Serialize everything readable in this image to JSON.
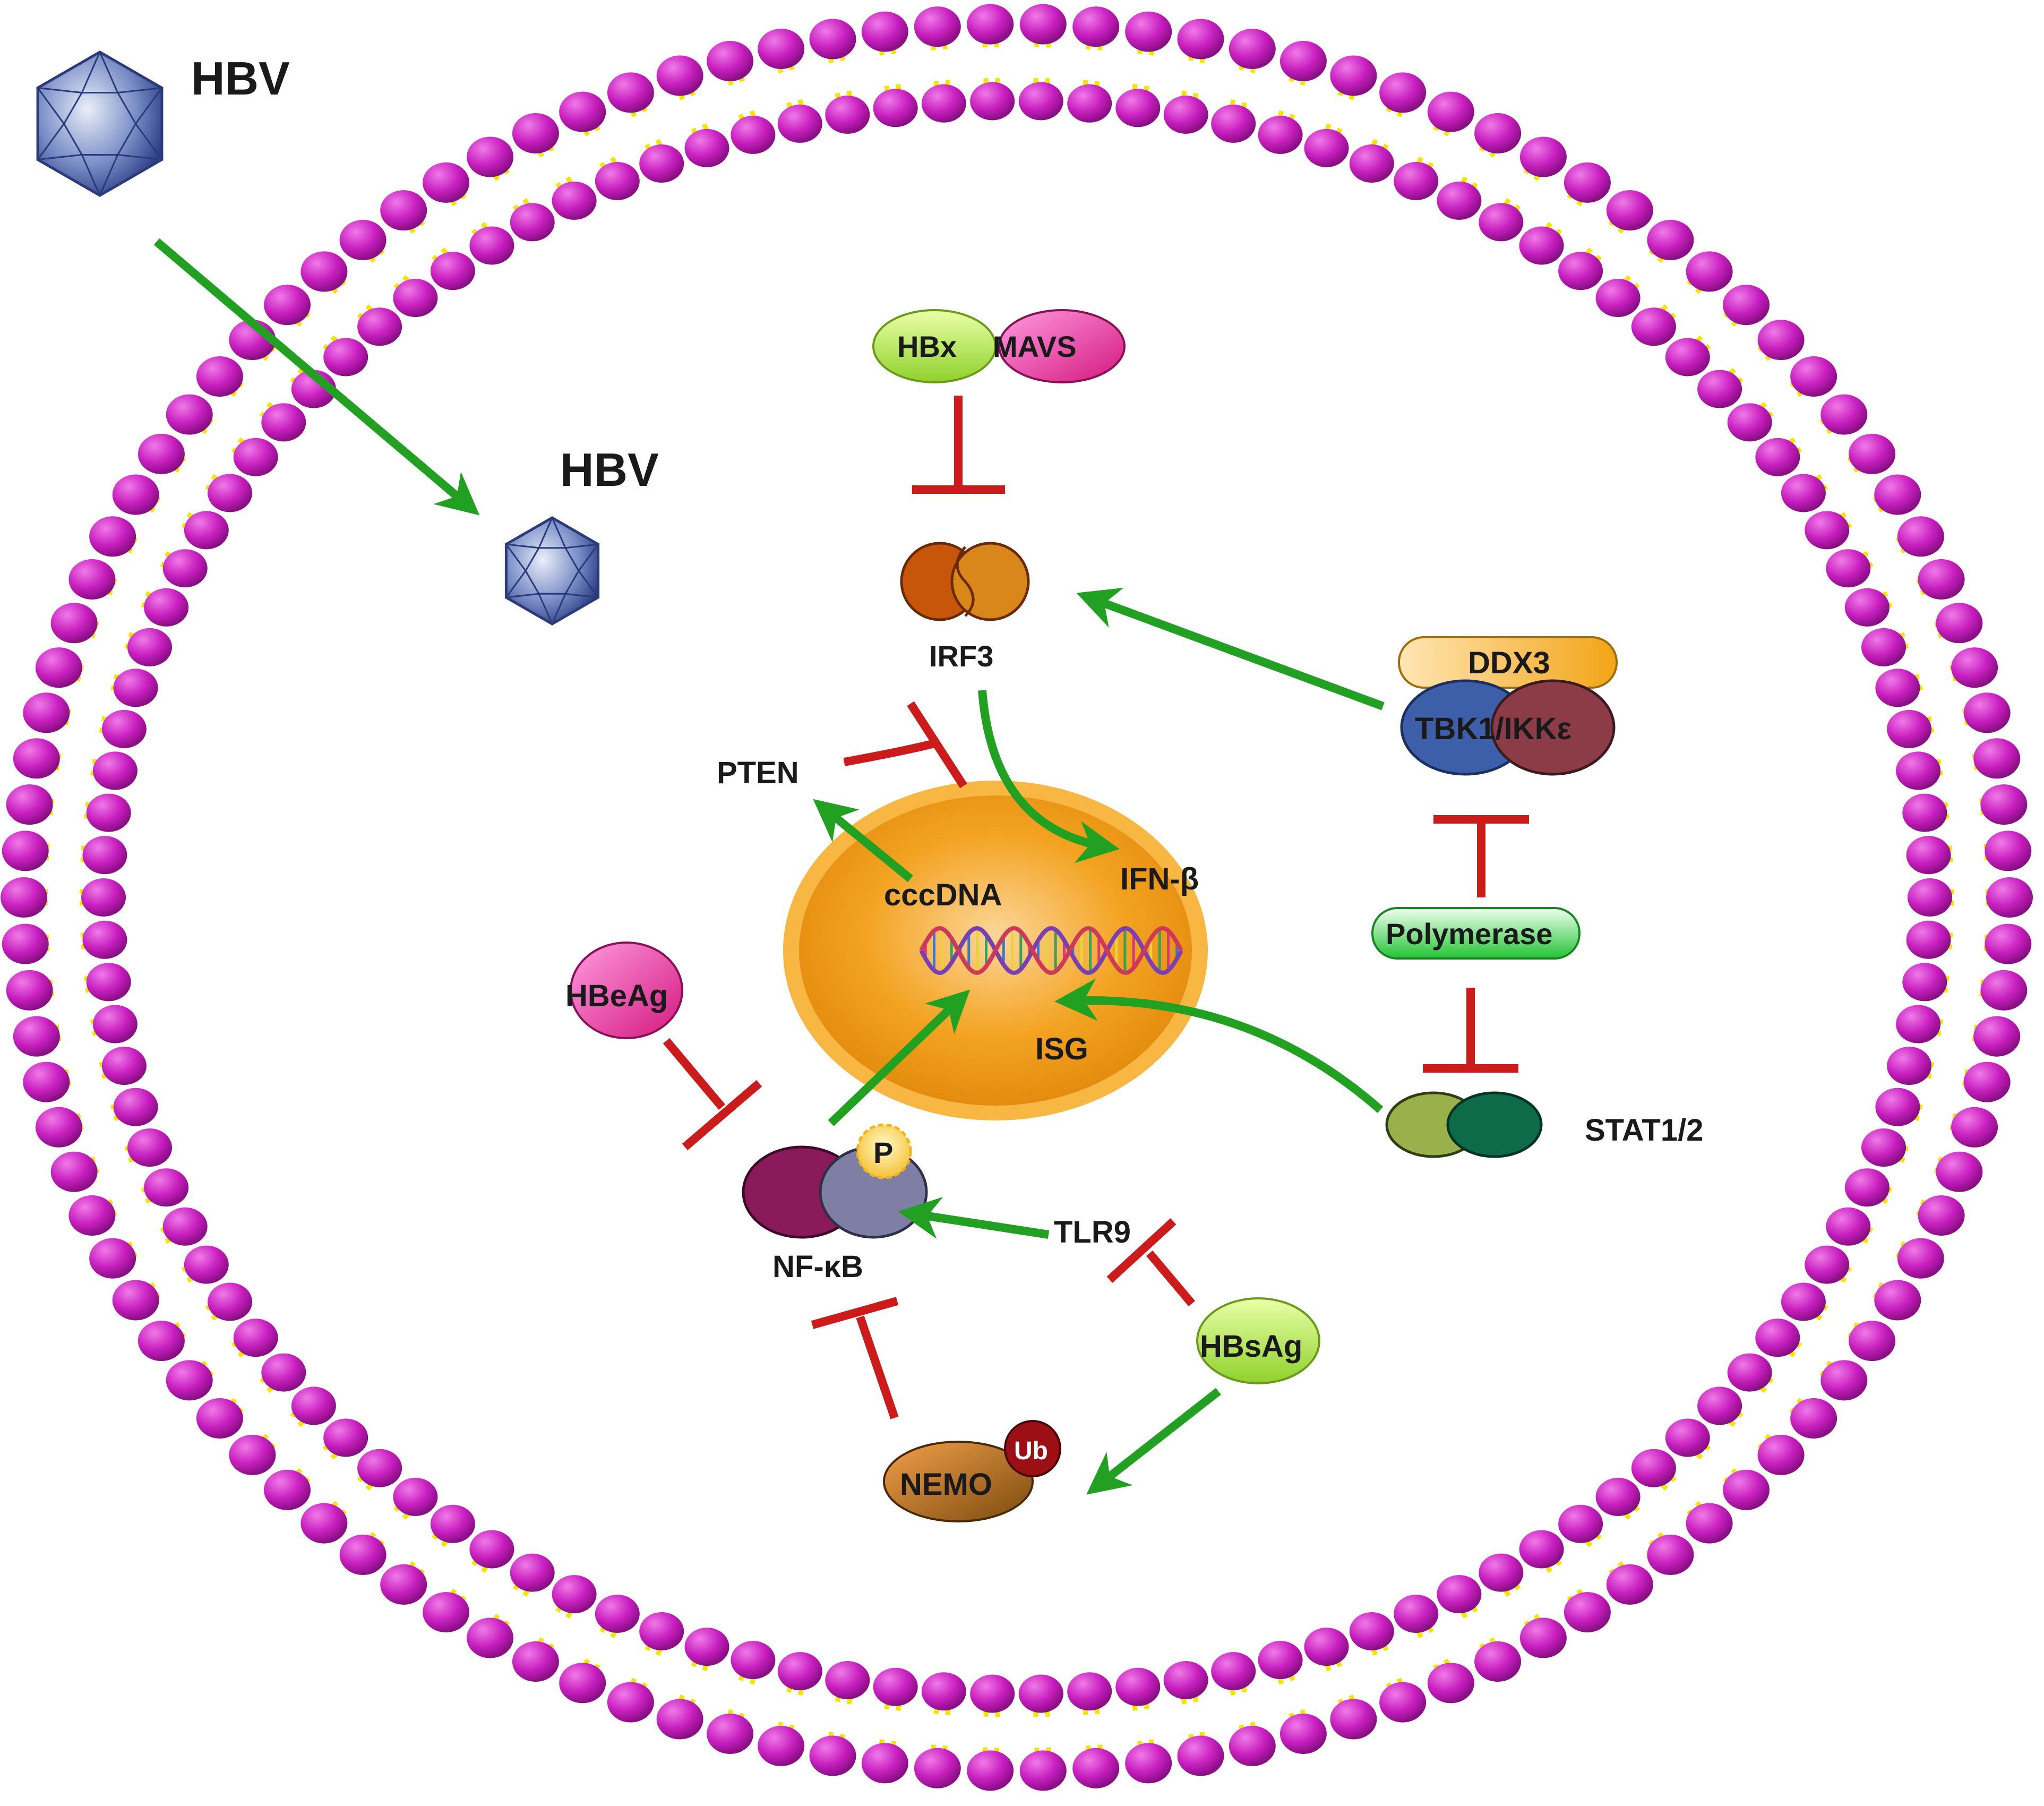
{
  "labels": {
    "hbv_outside": "HBV",
    "hbv_inside": "HBV",
    "hbx": "HBx",
    "mavs": "MAVS",
    "irf3": "IRF3",
    "ddx3": "DDX3",
    "tbk1": "TBK1/IKKε",
    "pten": "PTEN",
    "cccdna": "cccDNA",
    "ifnb": "IFN-β",
    "isg": "ISG",
    "polymerase": "Polymerase",
    "stat": "STAT1/2",
    "hbeag": "HBeAg",
    "p": "P",
    "nfkb": "NF-κB",
    "tlr9": "TLR9",
    "hbsag": "HBsAg",
    "nemo": "NEMO",
    "ub": "Ub"
  },
  "colors": {
    "lipid_head": "#c81fbf",
    "lipid_tail": "#f2e600",
    "activation_arrow": "#22a022",
    "inhibition": "#cc1b1b",
    "nucleus_fill": "#f2a019",
    "nucleus_border": "#f7b942"
  },
  "icons": {
    "virus": "icosahedral-capsid-icon",
    "dna": "double-helix-icon"
  }
}
